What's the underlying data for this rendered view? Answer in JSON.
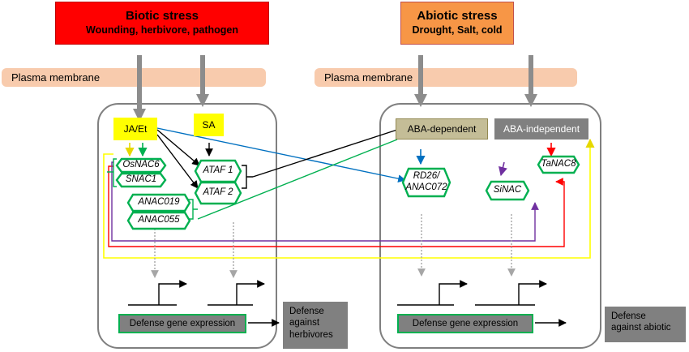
{
  "biotic_header": {
    "title": "Biotic stress",
    "subtitle": "Wounding, herbivore, pathogen"
  },
  "abiotic_header": {
    "title": "Abiotic stress",
    "subtitle": "Drought, Salt, cold"
  },
  "membrane_left": "Plasma membrane",
  "membrane_right": "Plasma membrane",
  "signals": {
    "ja_et": "JA/Et",
    "sa": "SA",
    "aba_dependent": "ABA-dependent",
    "aba_independent": "ABA-independent"
  },
  "tfs": {
    "osnac6": "OsNAC6",
    "snac1": "SNAC1",
    "ataf1": "ATAF 1",
    "ataf2": "ATAF 2",
    "anac019": "ANAC019",
    "anac055": "ANAC055",
    "rd26_line1": "RD26/",
    "rd26_line2": "ANAC072",
    "sinac": "SiNAC",
    "tanac8": "TaNAC8"
  },
  "defense_expression_left": "Defense gene expression",
  "defense_expression_right": "Defense gene expression",
  "output_left": {
    "line1": "Defense",
    "line2": "against",
    "line3": "herbivores"
  },
  "output_right": {
    "line1": "Defense",
    "line2": "against abiotic"
  },
  "colors": {
    "biotic_header": "#ff0000",
    "abiotic_header": "#f79646",
    "membrane": "#f8cbad",
    "ja_et_arrow": "#000000",
    "yellow_line": "#ffff00",
    "blue_arrow": "#0070c0",
    "purple_line": "#7030a0",
    "red_line": "#ff0000",
    "green_line": "#00b050",
    "nac_border": "#00b050"
  }
}
